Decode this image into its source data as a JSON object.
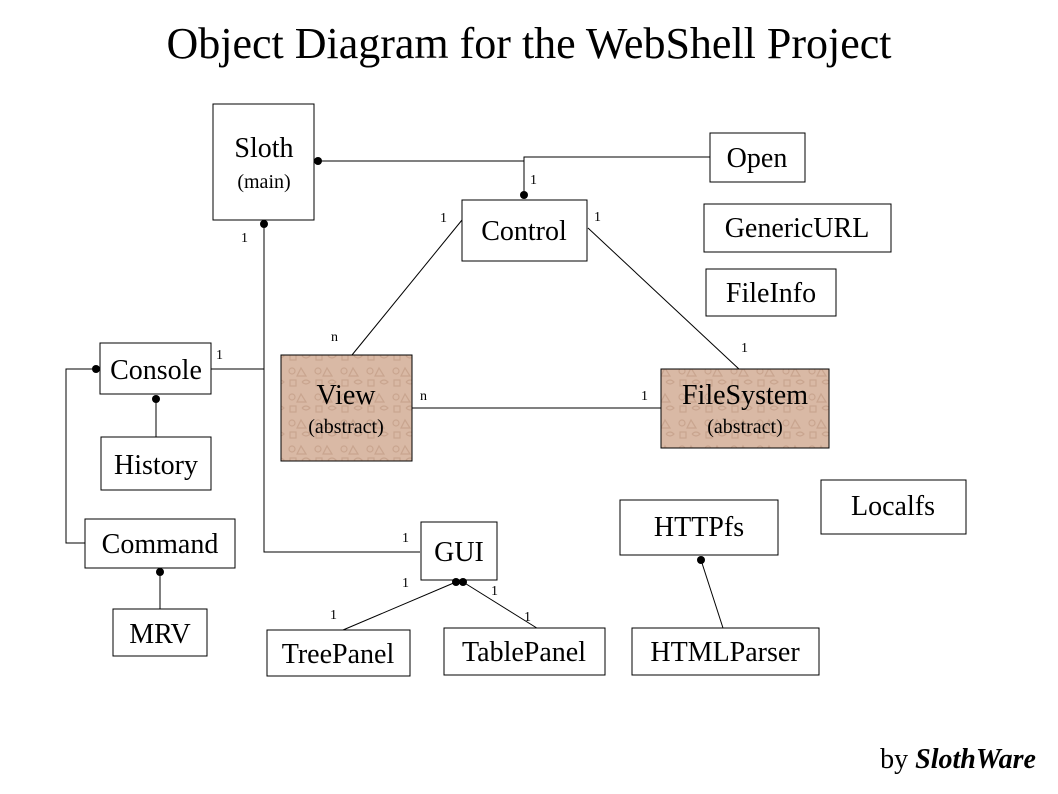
{
  "title": "Object Diagram for the WebShell Project",
  "byline": {
    "prefix": "by",
    "brand": "SlothWare"
  },
  "colors": {
    "abstract_fill": "#d9b9a5",
    "abstract_texture": "#c9a58f"
  },
  "boxes": {
    "sloth": {
      "name": "Sloth",
      "sub": "(main)"
    },
    "open": {
      "name": "Open"
    },
    "control": {
      "name": "Control"
    },
    "genericurl": {
      "name": "GenericURL"
    },
    "fileinfo": {
      "name": "FileInfo"
    },
    "console": {
      "name": "Console"
    },
    "history": {
      "name": "History"
    },
    "view": {
      "name": "View",
      "sub": "(abstract)"
    },
    "filesystem": {
      "name": "FileSystem",
      "sub": "(abstract)"
    },
    "localfs": {
      "name": "Localfs"
    },
    "httpfs": {
      "name": "HTTPfs"
    },
    "command": {
      "name": "Command"
    },
    "gui": {
      "name": "GUI"
    },
    "mrv": {
      "name": "MRV"
    },
    "treepanel": {
      "name": "TreePanel"
    },
    "tablepanel": {
      "name": "TablePanel"
    },
    "htmlparser": {
      "name": "HTMLParser"
    }
  },
  "multiplicities": {
    "control_top": "1",
    "control_left": "1",
    "control_right": "1",
    "sloth_bottom": "1",
    "view_top": "n",
    "view_right": "n",
    "filesystem_top": "1",
    "filesystem_left": "1",
    "console_right": "1",
    "gui_left": "1",
    "gui_bottom_left": "1",
    "gui_bottom_right": "1",
    "treepanel_top": "1",
    "tablepanel_top": "1"
  }
}
